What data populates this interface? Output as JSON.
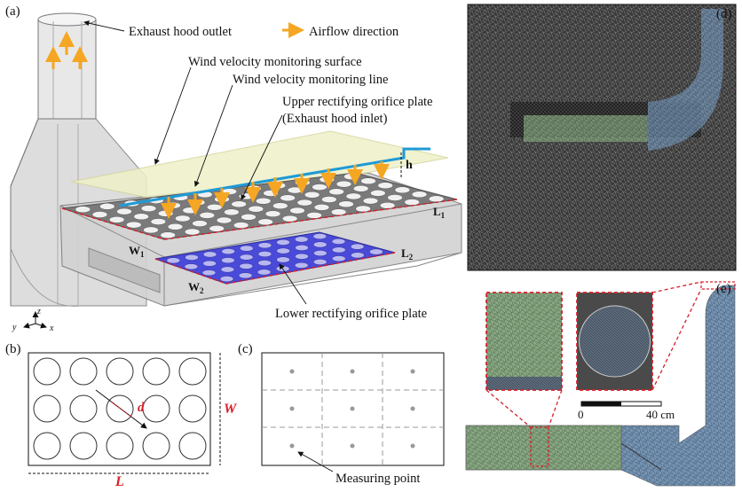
{
  "panel_labels": {
    "a": "(a)",
    "b": "(b)",
    "c": "(c)",
    "d": "(d)",
    "e": "(e)"
  },
  "annotations": {
    "outlet": "Exhaust hood outlet",
    "airflow": "Airflow direction",
    "surface": "Wind velocity monitoring surface",
    "line": "Wind velocity monitoring line",
    "upper_plate_1": "Upper rectifying orifice plate",
    "upper_plate_2": "(Exhaust hood inlet)",
    "lower_plate": "Lower rectifying orifice plate",
    "measuring_point": "Measuring point"
  },
  "dims": {
    "h": "h",
    "L1": "L",
    "L1_sub": "1",
    "W1": "W",
    "W1_sub": "1",
    "L2": "L",
    "L2_sub": "2",
    "W2": "W",
    "W2_sub": "2",
    "d": "d",
    "W": "W",
    "L": "L"
  },
  "axes": {
    "x": "x",
    "y": "y",
    "z": "z"
  },
  "scale": {
    "start": "0",
    "end": "40 cm"
  },
  "colors": {
    "airflow": "#f5a623",
    "monitor_line": "#1e9ad6",
    "dims": "#d6202a",
    "lower_plate": "#4a4ad8",
    "surface": "#eef0c8",
    "mesh_dark": "#3c3c3c",
    "mesh_green": "#8fae86",
    "mesh_blue": "#7d9bb8"
  }
}
